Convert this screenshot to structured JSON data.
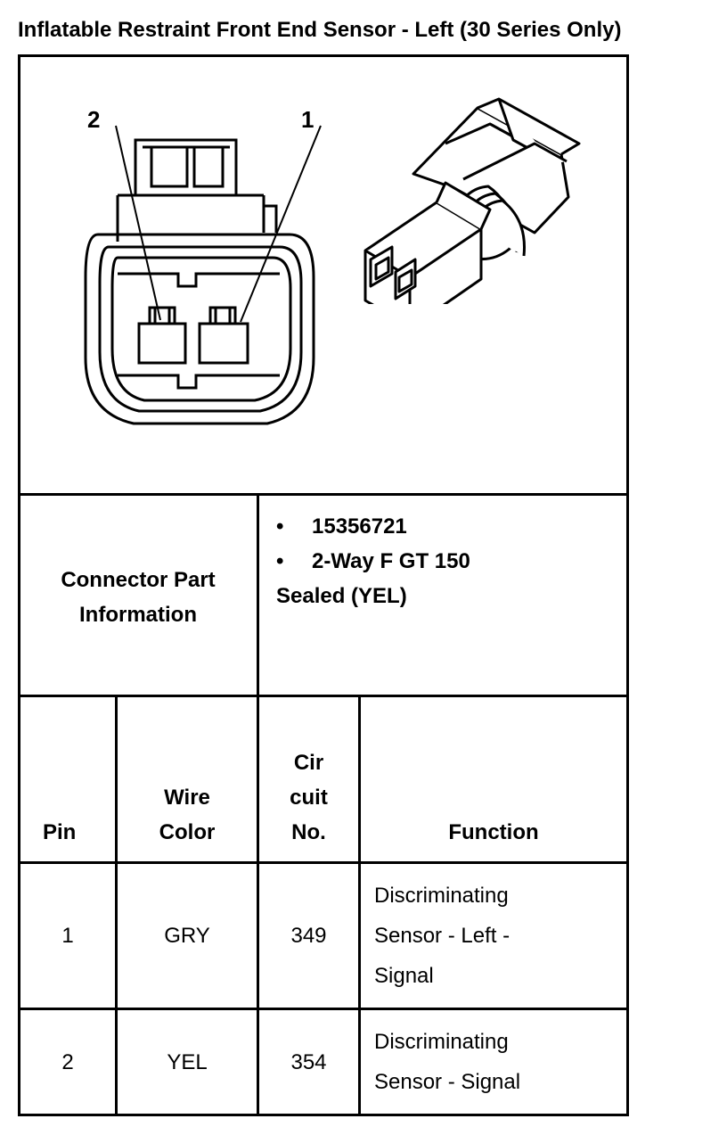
{
  "title": "Inflatable Restraint Front End Sensor - Left (30 Series Only)",
  "diagram": {
    "pin_labels": [
      "2",
      "1"
    ]
  },
  "connector_info": {
    "label": "Connector Part Information",
    "part_number": "15356721",
    "description_line1": "2-Way F GT 150",
    "description_line2": "Sealed (YEL)"
  },
  "table": {
    "headers": {
      "pin": "Pin",
      "wire_color_1": "Wire",
      "wire_color_2": "Color",
      "circuit_1": "Cir",
      "circuit_2": "cuit",
      "circuit_3": "No.",
      "function": "Function"
    },
    "rows": [
      {
        "pin": "1",
        "wire_color": "GRY",
        "circuit": "349",
        "function_lines": [
          "Discriminating",
          "Sensor - Left -",
          "Signal"
        ]
      },
      {
        "pin": "2",
        "wire_color": "YEL",
        "circuit": "354",
        "function_lines": [
          "Discriminating",
          "Sensor - Signal"
        ]
      }
    ]
  }
}
